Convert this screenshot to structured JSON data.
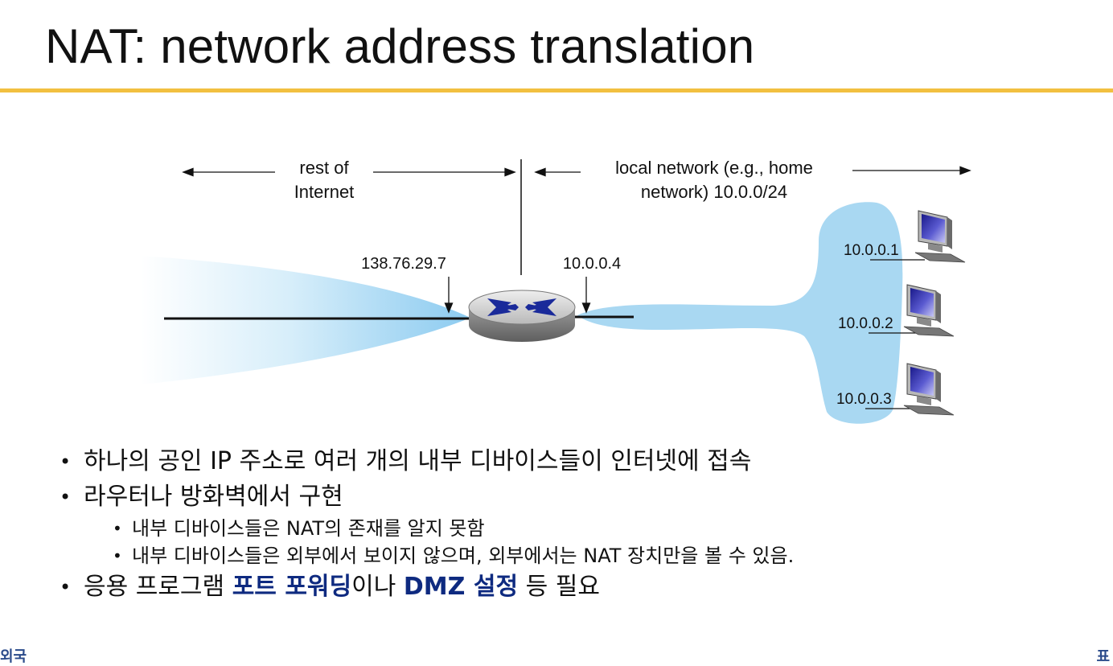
{
  "title": "NAT: network address translation",
  "diagram": {
    "left_label_line1": "rest of",
    "left_label_line2": "Internet",
    "right_label_line1": "local network (e.g., home",
    "right_label_line2": "network) 10.0.0/24",
    "public_ip": "138.76.29.7",
    "router_local_ip": "10.0.0.4",
    "hosts": [
      "10.0.0.1",
      "10.0.0.2",
      "10.0.0.3"
    ]
  },
  "bullets": {
    "b1": "하나의 공인 IP 주소로 여러 개의 내부 디바이스들이 인터넷에 접속",
    "b2": "라우터나 방화벽에서 구현",
    "b2_sub1": "내부 디바이스들은 NAT의 존재를 알지 못함",
    "b2_sub2": "내부 디바이스들은 외부에서 보이지 않으며, 외부에서는 NAT 장치만을 볼 수 있음.",
    "b3_before": "응용 프로그램 ",
    "b3_hl1": "포트 포워딩",
    "b3_mid": "이나 ",
    "b3_hl2": "DMZ 설정",
    "b3_after": " 등 필요"
  },
  "footer": {
    "left": "외국",
    "right": "표"
  },
  "colors": {
    "accent_rule": "#f2c040",
    "highlight": "#0e2a80",
    "cloud": "#a9d8f2"
  }
}
